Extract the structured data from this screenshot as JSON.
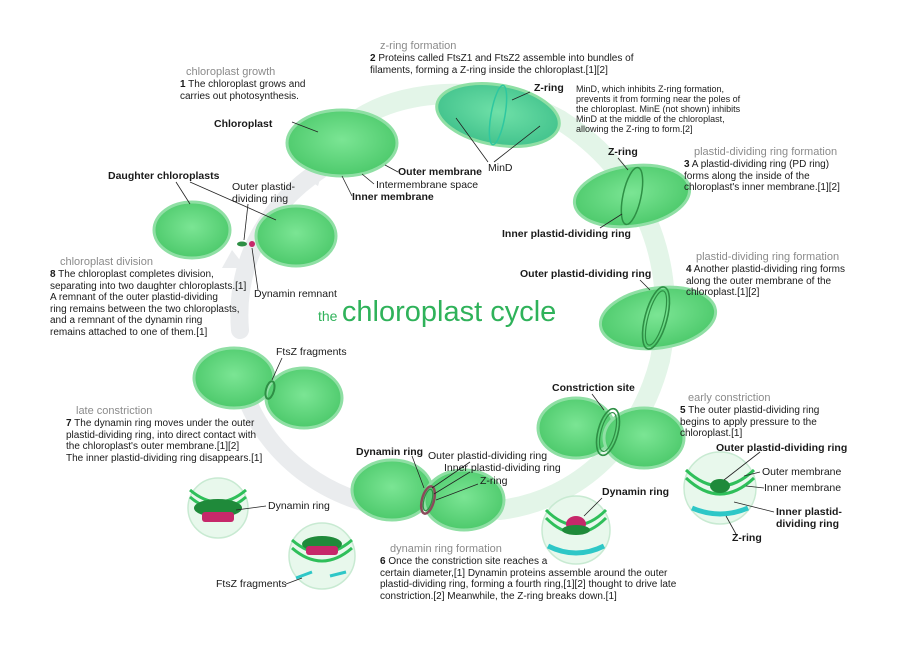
{
  "title": {
    "prefix": "the",
    "main": "chloroplast cycle"
  },
  "stages": {
    "s1": {
      "stage": "chloroplast growth",
      "num": "1",
      "text": "The chloroplast grows and\ncarries out photosynthesis."
    },
    "s2": {
      "stage": "z-ring formation",
      "num": "2",
      "text": "Proteins called FtsZ1 and FtsZ2 assemble into bundles of\nfilaments, forming a Z-ring inside the chloroplast.[1][2]"
    },
    "s2note": {
      "text": "MinD, which inhibits Z-ring formation,\nprevents it from forming near the poles of\nthe chloroplast. MinE (not shown) inhibits\nMinD at the middle of the chloroplast,\nallowing the Z-ring to form.[2]"
    },
    "s3": {
      "stage": "plastid-dividing ring formation",
      "num": "3",
      "text": "A plastid-dividing ring (PD ring)\nforms along the inside of the\nchloroplast's inner membrane.[1][2]"
    },
    "s4": {
      "stage": "plastid-dividing ring formation",
      "num": "4",
      "text": "Another plastid-dividing ring forms\nalong the outer membrane of the\nchloroplast.[1][2]"
    },
    "s5": {
      "stage": "early constriction",
      "num": "5",
      "text": "The outer plastid-dividing ring\nbegins to apply pressure to the\nchloroplast.[1]"
    },
    "s6": {
      "stage": "dynamin ring formation",
      "num": "6",
      "text": "Once the constriction site reaches a\ncertain diameter,[1] Dynamin proteins assemble around the outer\nplastid-dividing ring, forming a fourth ring,[1][2] thought to drive late\nconstriction.[2] Meanwhile, the Z-ring breaks down.[1]"
    },
    "s7": {
      "stage": "late constriction",
      "num": "7",
      "text": "The dynamin ring moves under the outer\nplastid-dividing ring, into direct contact with\nthe chloroplast's outer membrane.[1][2]\nThe inner plastid-dividing ring disappears.[1]"
    },
    "s8": {
      "stage": "chloroplast division",
      "num": "8",
      "text": "The chloroplast completes division,\nseparating into two daughter chloroplasts.[1]\nA remnant of the outer plastid-dividing\nring remains between the two chloroplasts,\nand a remnant of the dynamin ring\nremains attached to one of them.[1]"
    }
  },
  "labels": {
    "chloroplast": "Chloroplast",
    "outer_membrane": "Outer membrane",
    "intermembrane_space": "Intermembrane space",
    "inner_membrane": "Inner membrane",
    "z_ring_top": "Z-ring",
    "mind": "MinD",
    "z_ring_3": "Z-ring",
    "inner_pd_ring_3": "Inner plastid-dividing ring",
    "outer_pd_ring_4": "Outer plastid-dividing ring",
    "constriction_site": "Constriction site",
    "dynamin_ring_6": "Dynamin ring",
    "outer_pd_ring_6": "Outer plastid-dividing ring",
    "inner_pd_ring_6": "Inner plastid-dividing ring",
    "z_ring_6": "Z-ring",
    "ftsz_fragments_7": "FtsZ fragments",
    "daughter_chloroplasts": "Daughter chloroplasts",
    "outer_pd_ring_8": "Outer plastid-\ndividing ring",
    "dynamin_remnant": "Dynamin remnant",
    "dynamin_ring_inset7": "Dynamin ring",
    "ftsz_fragments_inset7": "FtsZ fragments",
    "dynamin_ring_inset6": "Dynamin ring",
    "outer_pd_ring_inset5": "Outer plastid-dividing ring",
    "outer_membrane_inset5": "Outer membrane",
    "inner_membrane_inset5": "Inner membrane",
    "inner_pd_ring_inset5": "Inner plastid-\ndividing ring",
    "z_ring_inset5": "Z-ring"
  },
  "colors": {
    "chloroplast_fill": "#5bd47a",
    "chloroplast_edge": "#2f9e4a",
    "ring": "#2e8f45",
    "dynamin": "#c6286a",
    "ftsz": "#2ec7c7",
    "title": "#2fb25a",
    "stage_heading": "#8b8b8b"
  }
}
